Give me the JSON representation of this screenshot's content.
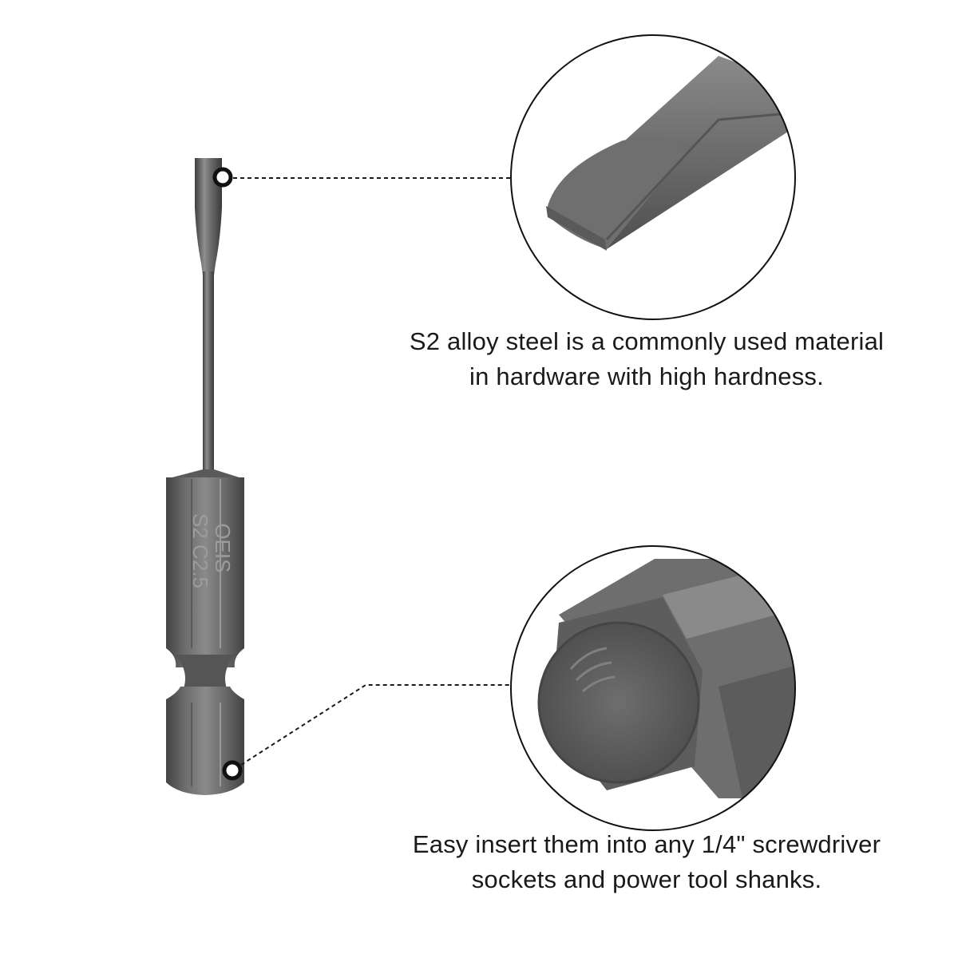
{
  "product": {
    "shank_marking_line1": "OEIS",
    "shank_marking_line2": "S2 C2.5"
  },
  "callouts": [
    {
      "line1": "S2 alloy steel is a commonly used material",
      "line2": "in hardware with high hardness."
    },
    {
      "line1": "Easy insert them into any 1/4\" screwdriver",
      "line2": "sockets and power tool shanks."
    }
  ],
  "colors": {
    "background": "#ffffff",
    "steel_dark": "#4a4a4a",
    "steel_mid": "#6b6b6b",
    "steel_light": "#9a9a9a",
    "leader_line": "#1a1a1a",
    "text": "#1a1a1a"
  }
}
